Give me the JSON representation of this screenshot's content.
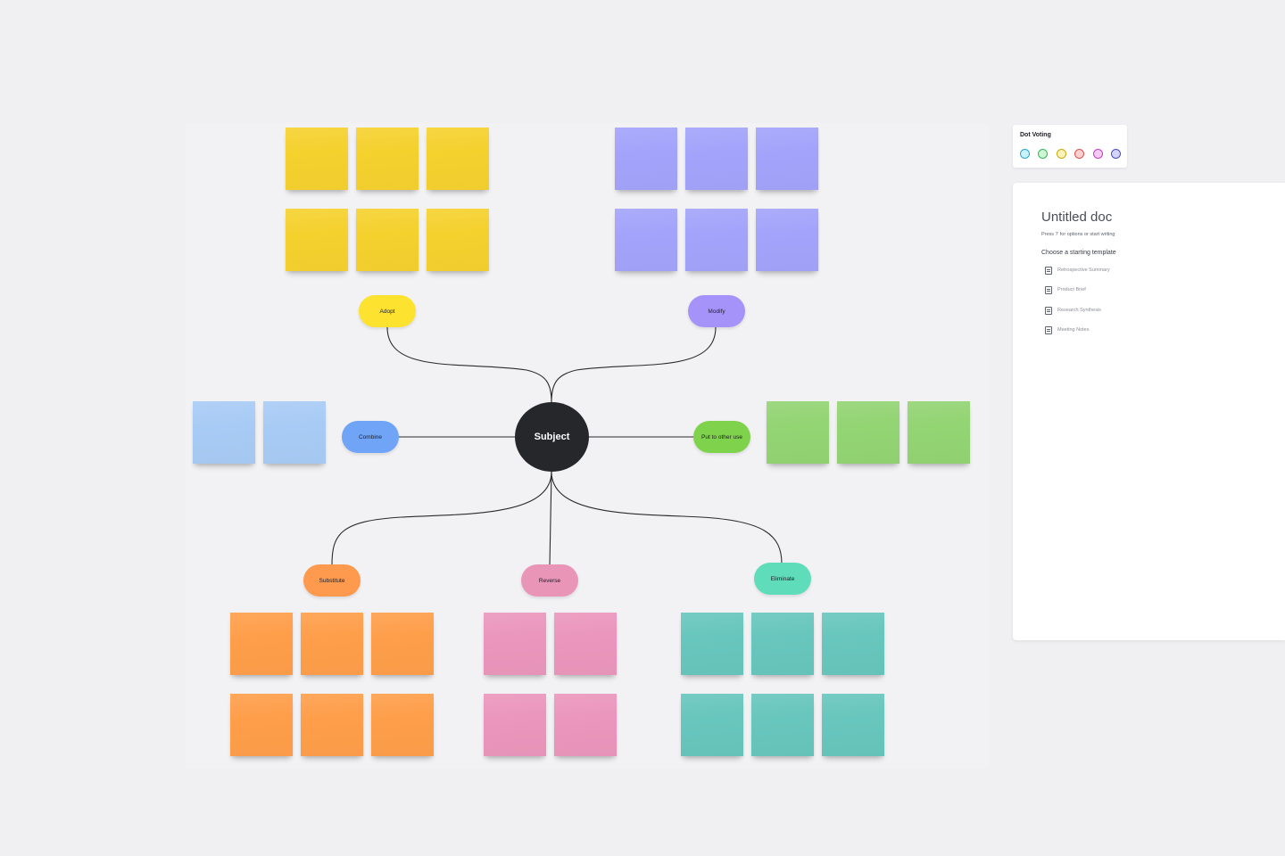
{
  "colors": {
    "yellow": "#f5d12e",
    "purple": "#a3a3fb",
    "blue": "#a8cbf5",
    "green": "#93d473",
    "orange": "#fe9e4a",
    "pink": "#eb96bc",
    "teal": "#67c6bd",
    "subject": "#26272b",
    "connector": "#2b2b2b"
  },
  "mindmap": {
    "subject": "Subject",
    "branches": [
      {
        "key": "adopt",
        "label": "Adopt",
        "color": "#fde22f"
      },
      {
        "key": "modify",
        "label": "Modify",
        "color": "#a693f9"
      },
      {
        "key": "combine",
        "label": "Combine",
        "color": "#6fa4f7"
      },
      {
        "key": "put_to_other_use",
        "label": "Put to other use",
        "color": "#7fd24b"
      },
      {
        "key": "substitute",
        "label": "Substitute",
        "color": "#fd9a4e"
      },
      {
        "key": "reverse",
        "label": "Reverse",
        "color": "#e995b8"
      },
      {
        "key": "eliminate",
        "label": "Eliminate",
        "color": "#5fdcb9"
      }
    ]
  },
  "dot_voting": {
    "title": "Dot Voting",
    "dots": [
      {
        "name": "cyan",
        "fill": "#c9f1fb",
        "border": "#2aa6c8"
      },
      {
        "name": "green",
        "fill": "#cdf5d2",
        "border": "#35b85a"
      },
      {
        "name": "yellow",
        "fill": "#fdf3b8",
        "border": "#c9a80f"
      },
      {
        "name": "red",
        "fill": "#fdd0d0",
        "border": "#d9534f"
      },
      {
        "name": "magenta",
        "fill": "#f6c9f6",
        "border": "#c23fc2"
      },
      {
        "name": "indigo",
        "fill": "#d3d3fb",
        "border": "#4b4bc9"
      }
    ]
  },
  "doc": {
    "title": "Untitled doc",
    "hint": "Press '/' for options or start writing",
    "choose_label": "Choose a starting template",
    "templates": [
      {
        "label": "Retrospective Summary",
        "icon": "document-icon"
      },
      {
        "label": "Product Brief",
        "icon": "document-icon"
      },
      {
        "label": "Research Synthesis",
        "icon": "document-icon"
      },
      {
        "label": "Meeting Notes",
        "icon": "document-icon"
      }
    ]
  }
}
